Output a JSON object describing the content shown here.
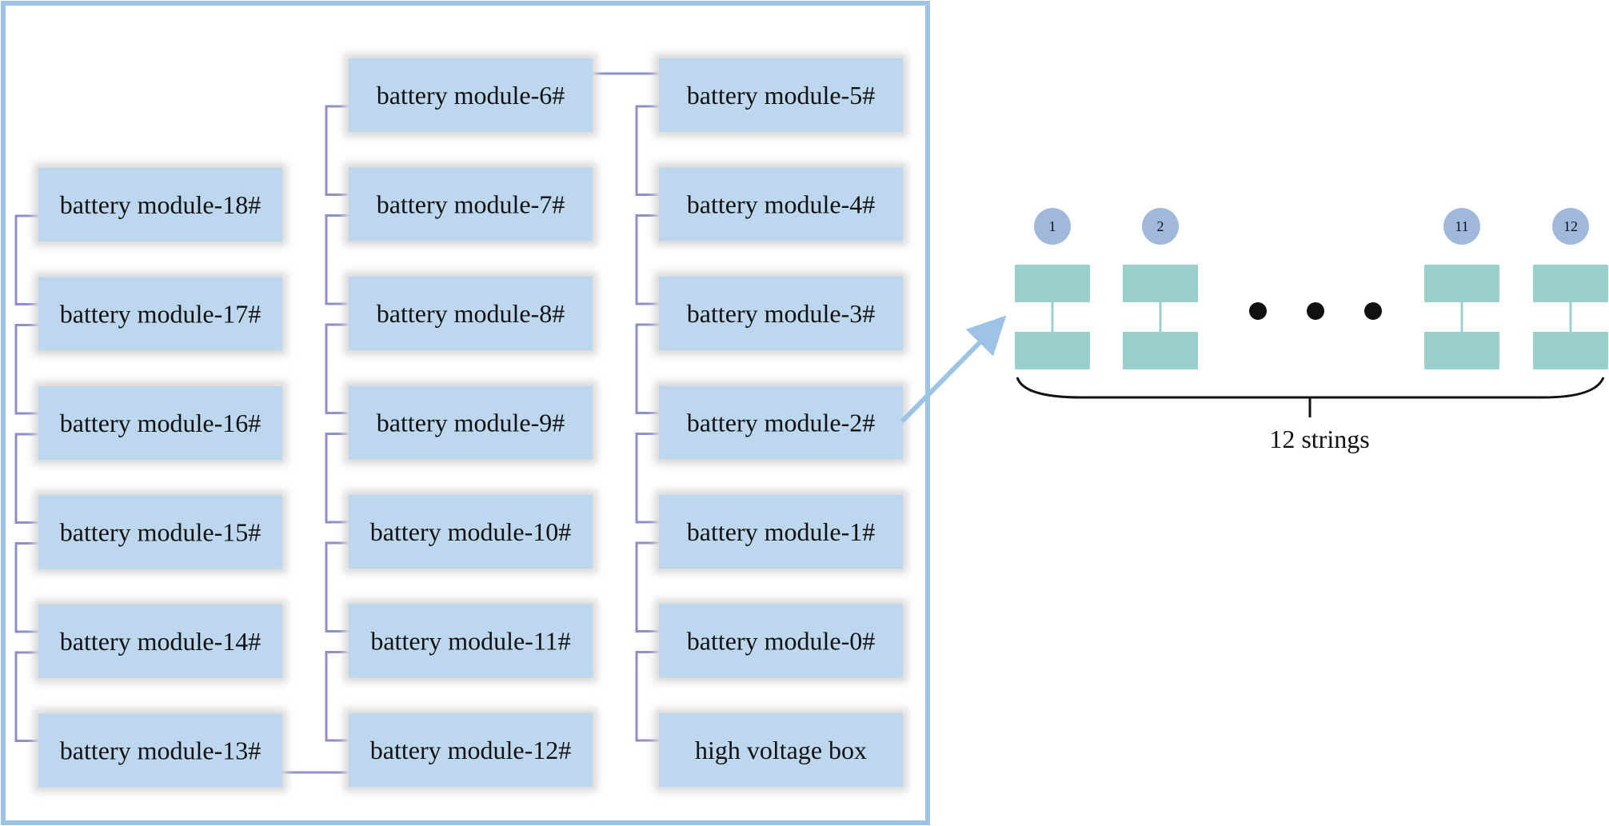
{
  "colors": {
    "module_fill": "#bdd7ee",
    "module_glow": "#d9d9d9",
    "frame": "#9dc3e6",
    "connector": "#8e8ec8",
    "cell_fill": "#99cfcc",
    "circle_fill": "#9fb8dc",
    "arrow": "#9dc3e6",
    "text": "#111111"
  },
  "modules": {
    "col1": [
      "battery module-18#",
      "battery module-17#",
      "battery module-16#",
      "battery module-15#",
      "battery module-14#",
      "battery module-13#"
    ],
    "col2": [
      "battery module-6#",
      "battery module-7#",
      "battery module-8#",
      "battery module-9#",
      "battery module-10#",
      "battery module-11#",
      "battery module-12#"
    ],
    "col3": [
      "battery module-5#",
      "battery module-4#",
      "battery module-3#",
      "battery module-2#",
      "battery module-1#",
      "battery module-0#",
      "high voltage box"
    ]
  },
  "detail": {
    "strings": [
      "1",
      "2",
      "11",
      "12"
    ],
    "ellipsis": "dots",
    "brace_label": "12 strings"
  }
}
